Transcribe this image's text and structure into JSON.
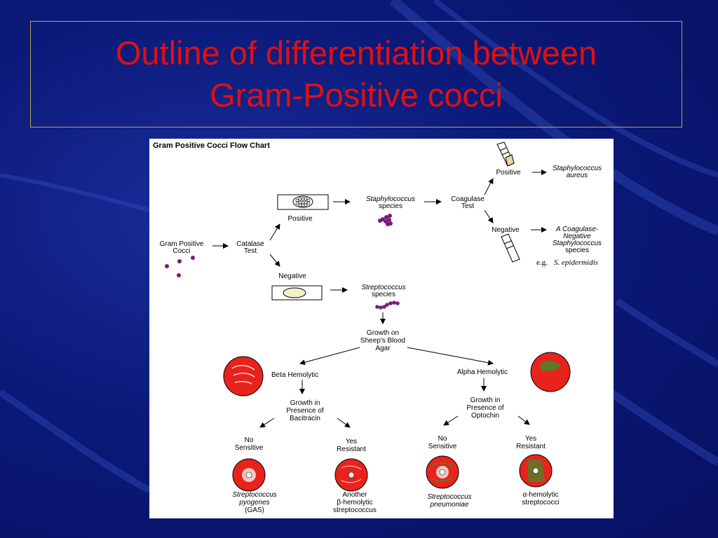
{
  "slide": {
    "title_line1": "Outline of differentiation between",
    "title_line2": "Gram-Positive cocci"
  },
  "flowchart": {
    "header": "Gram Positive Cocci Flow Chart",
    "start": [
      "Gram Positive",
      "Cocci"
    ],
    "catalase": [
      "Catalase",
      "Test"
    ],
    "catalase_positive": "Positive",
    "catalase_negative": "Negative",
    "staph": [
      "Staphylococcus",
      "species"
    ],
    "coagulase": [
      "Coagulase",
      "Test"
    ],
    "coag_positive": "Positive",
    "coag_negative": "Negative",
    "staph_aureus": [
      "Staphylococcus",
      "aureus"
    ],
    "cons": [
      "A Coagulase-",
      "Negative",
      "Staphylococcus",
      "species"
    ],
    "cons_example_prefix": "e.g.",
    "cons_example_species": "S. epidermidis",
    "strep": [
      "Streptococcus",
      "species"
    ],
    "blood_agar": [
      "Growth on",
      "Sheep's Blood",
      "Agar"
    ],
    "beta": "Beta Hemolytic",
    "alpha": "Alpha Hemolytic",
    "bacitracin": [
      "Growth in",
      "Presence of",
      "Bacitracin"
    ],
    "optochin": [
      "Growth in",
      "Presence of",
      "Optochin"
    ],
    "bac_no": [
      "No",
      "Sensitive"
    ],
    "bac_yes": [
      "Yes",
      "Resistant"
    ],
    "opt_no": [
      "No",
      "Sensitive"
    ],
    "opt_yes": [
      "Yes",
      "Resistant"
    ],
    "res_pyogenes": [
      "Streptococcus",
      "pyogenes",
      "(GAS)"
    ],
    "res_other_beta": [
      "Another",
      "β-hemolytic",
      "streptococcus"
    ],
    "res_pneumoniae": [
      "Streptococcus",
      "pneumoniae"
    ],
    "res_alpha": [
      "α-hemolytic",
      "streptococci"
    ]
  },
  "colors": {
    "title": "#e01010",
    "plate_red": "#e8231b",
    "alpha_green": "#5a7a2a",
    "cocci_purple": "#7b1a7b",
    "frame": "#b9a34a"
  }
}
